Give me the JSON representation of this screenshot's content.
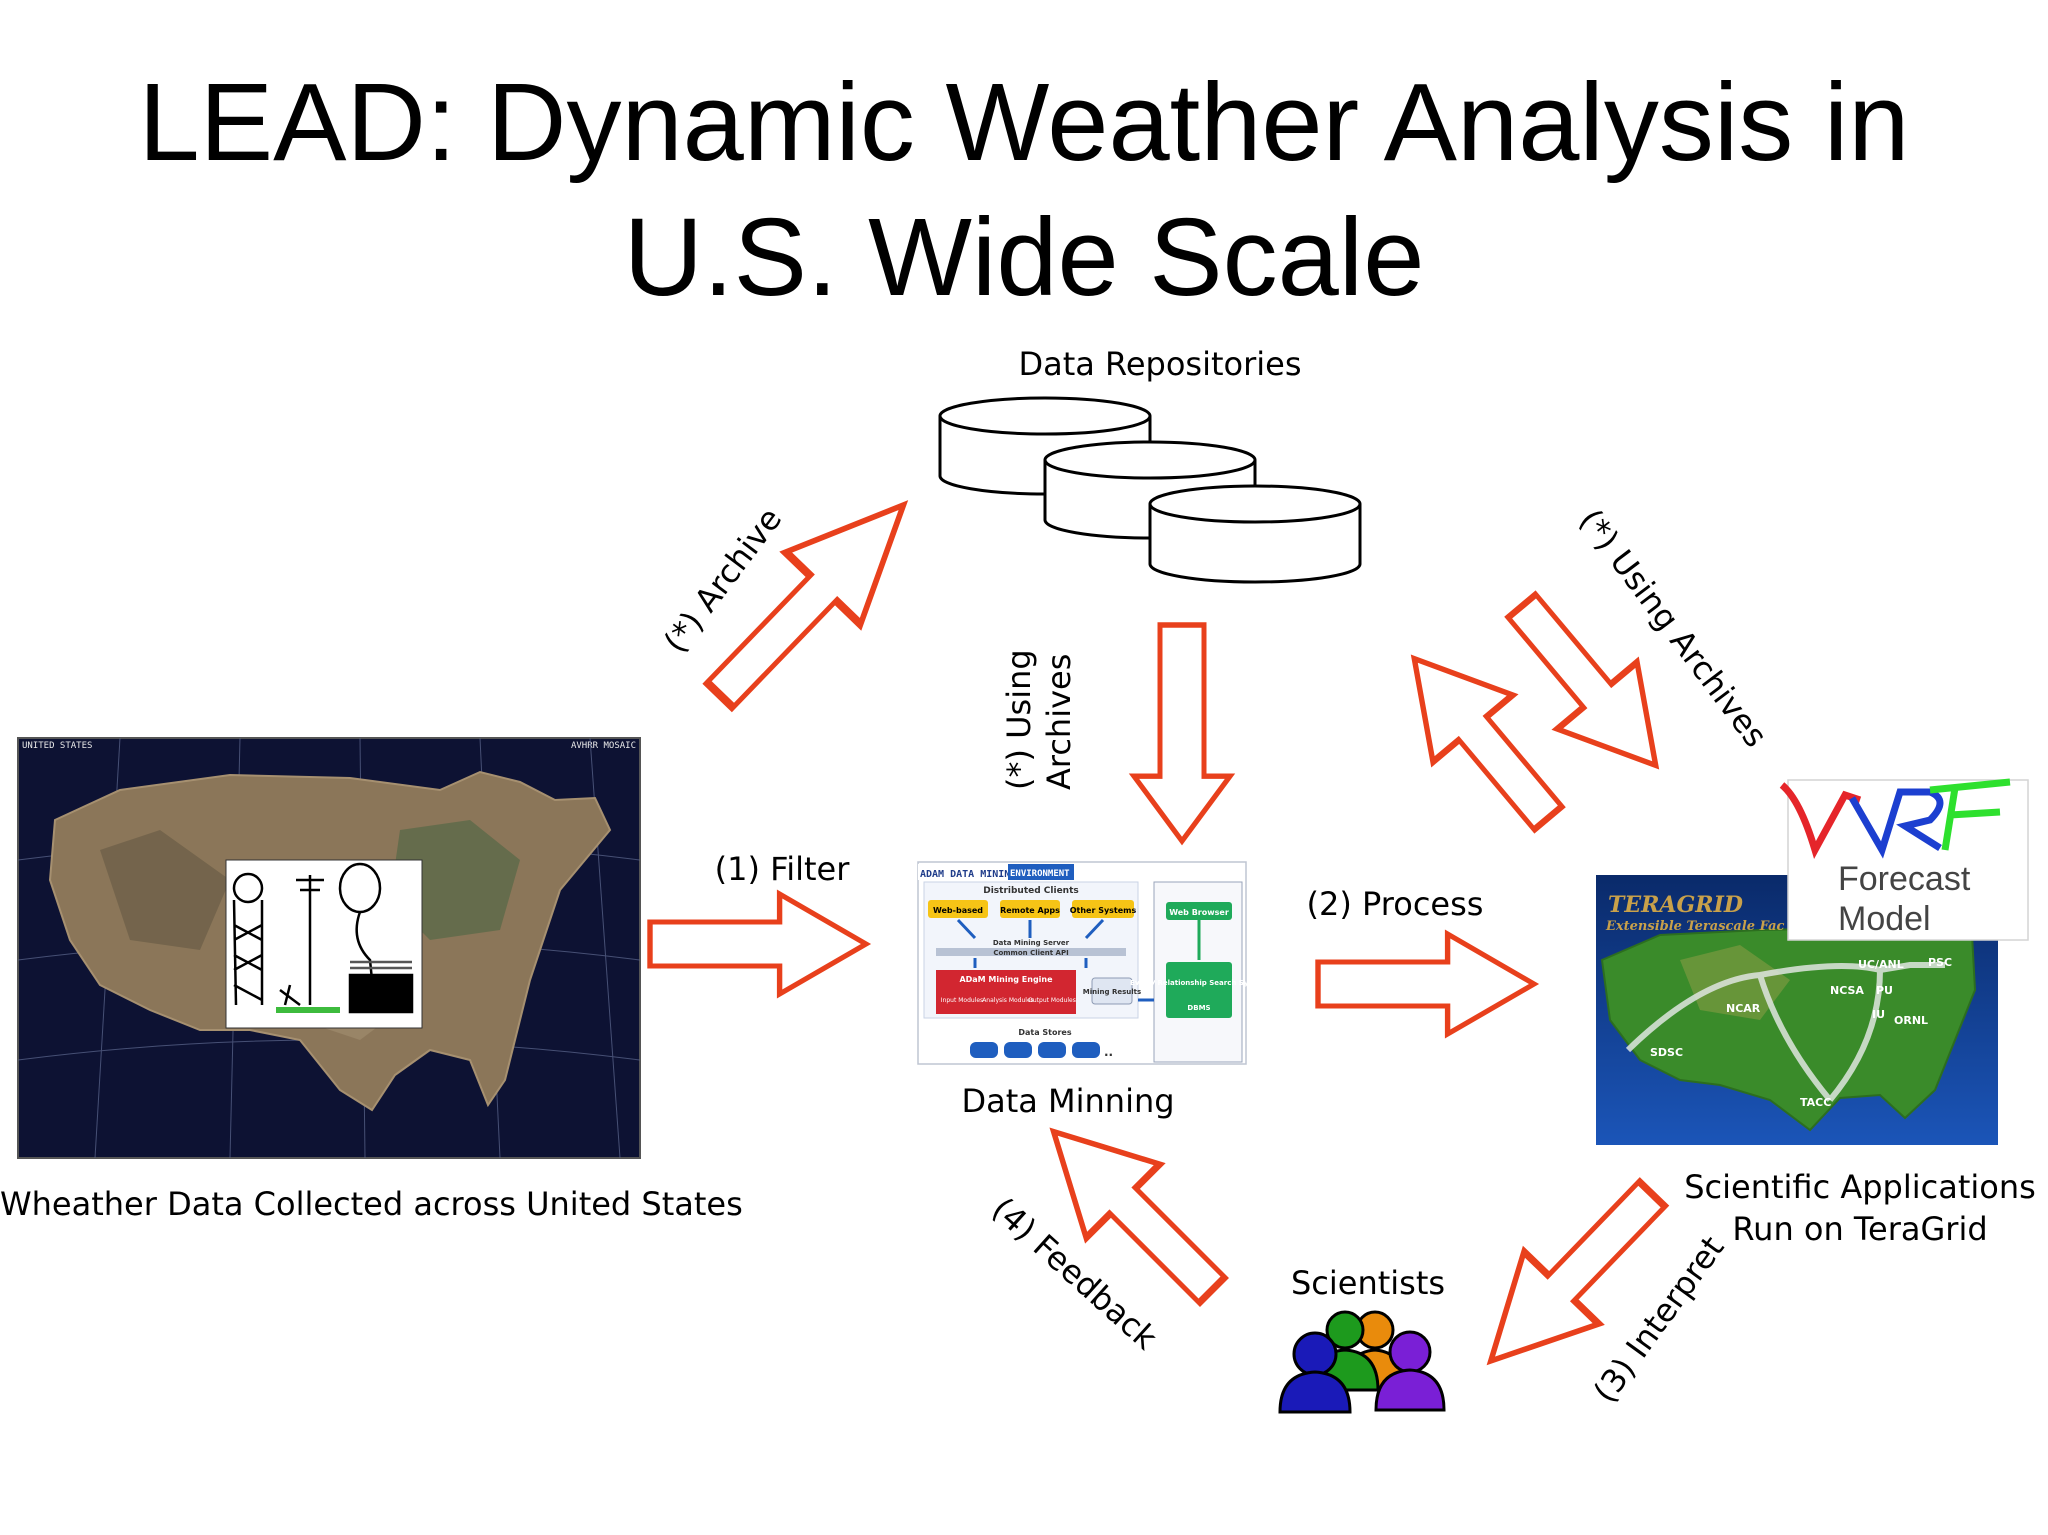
{
  "title": {
    "line1": "LEAD: Dynamic Weather Analysis in",
    "line2": "U.S. Wide Scale"
  },
  "nodes": {
    "repositories": "Data Repositories",
    "mining": "Data Minning",
    "weather_data": "Wheather Data Collected across United States",
    "sci_apps_line1": "Scientific Applications",
    "sci_apps_line2": "Run on TeraGrid",
    "scientists": "Scientists"
  },
  "edges": {
    "archive": "(*) Archive",
    "using_archives_1_line1": "(*) Using",
    "using_archives_1_line2": "Archives",
    "using_archives_2": "(*) Using Archives",
    "filter": "(1) Filter",
    "process": "(2) Process",
    "interpret": "(3) Interpret",
    "feedback": "(4) Feedback"
  },
  "map": {
    "header_left": "UNITED STATES",
    "header_right": "AVHRR MOSAIC"
  },
  "adam": {
    "title": "ADAM DATA MINING",
    "title_badge": "ENVIRONMENT",
    "distributed_clients": "Distributed Clients",
    "web_based": "Web-based",
    "remote_apps": "Remote Apps",
    "other_systems": "Other Systems",
    "server": "Data Mining Server",
    "client_api": "Common Client API",
    "engine": "ADaM Mining Engine",
    "input_modules": "Input Modules",
    "analysis_modules": "Analysis Modules",
    "output_modules": "Output Modules",
    "mining_results": "Mining Results",
    "data_stores": "Data Stores",
    "web_browser": "Web Browser",
    "event_search": "Event/ Relationship Search System",
    "dbms": "DBMS"
  },
  "teragrid": {
    "title": "TERAGRID",
    "subtitle": "Extensible Terascale Fac",
    "sites": [
      "UC/ANL",
      "PSC",
      "NCSA",
      "PU",
      "IU",
      "ORNL",
      "NCAR",
      "SDSC",
      "TACC"
    ]
  },
  "wrf": {
    "line1": "Forecast",
    "line2": "Model"
  },
  "colors": {
    "arrow": "#e8401c",
    "adam_yellow": "#f6c416",
    "adam_red": "#d22630",
    "adam_blue": "#1f5ebf",
    "adam_green": "#1faa5a",
    "map_bg": "#0d1233"
  }
}
